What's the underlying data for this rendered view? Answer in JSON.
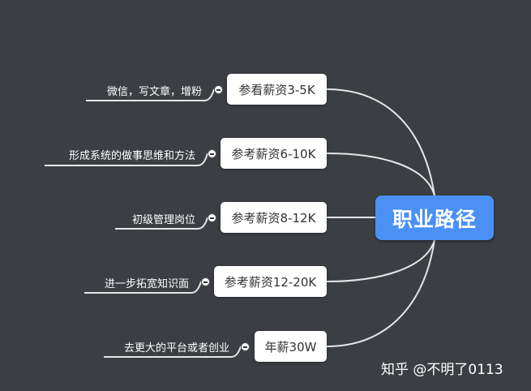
{
  "root": {
    "label": "职业路径",
    "color": "#4a90f5"
  },
  "branches": [
    {
      "node": "参看薪资3-5K",
      "leaf": "微信，写文章，增粉"
    },
    {
      "node": "参考薪资6-10K",
      "leaf": "形成系统的做事思维和方法"
    },
    {
      "node": "参考薪资8-12K",
      "leaf": "初级管理岗位"
    },
    {
      "node": "参考薪资12-20K",
      "leaf": "进一步拓宽知识面"
    },
    {
      "node": "年薪30W",
      "leaf": "去更大的平台或者创业"
    }
  ],
  "watermark": "知乎 @不明了0113",
  "colors": {
    "background": "#3b3e43",
    "line": "#e6e6e6",
    "node": "#ffffff"
  }
}
